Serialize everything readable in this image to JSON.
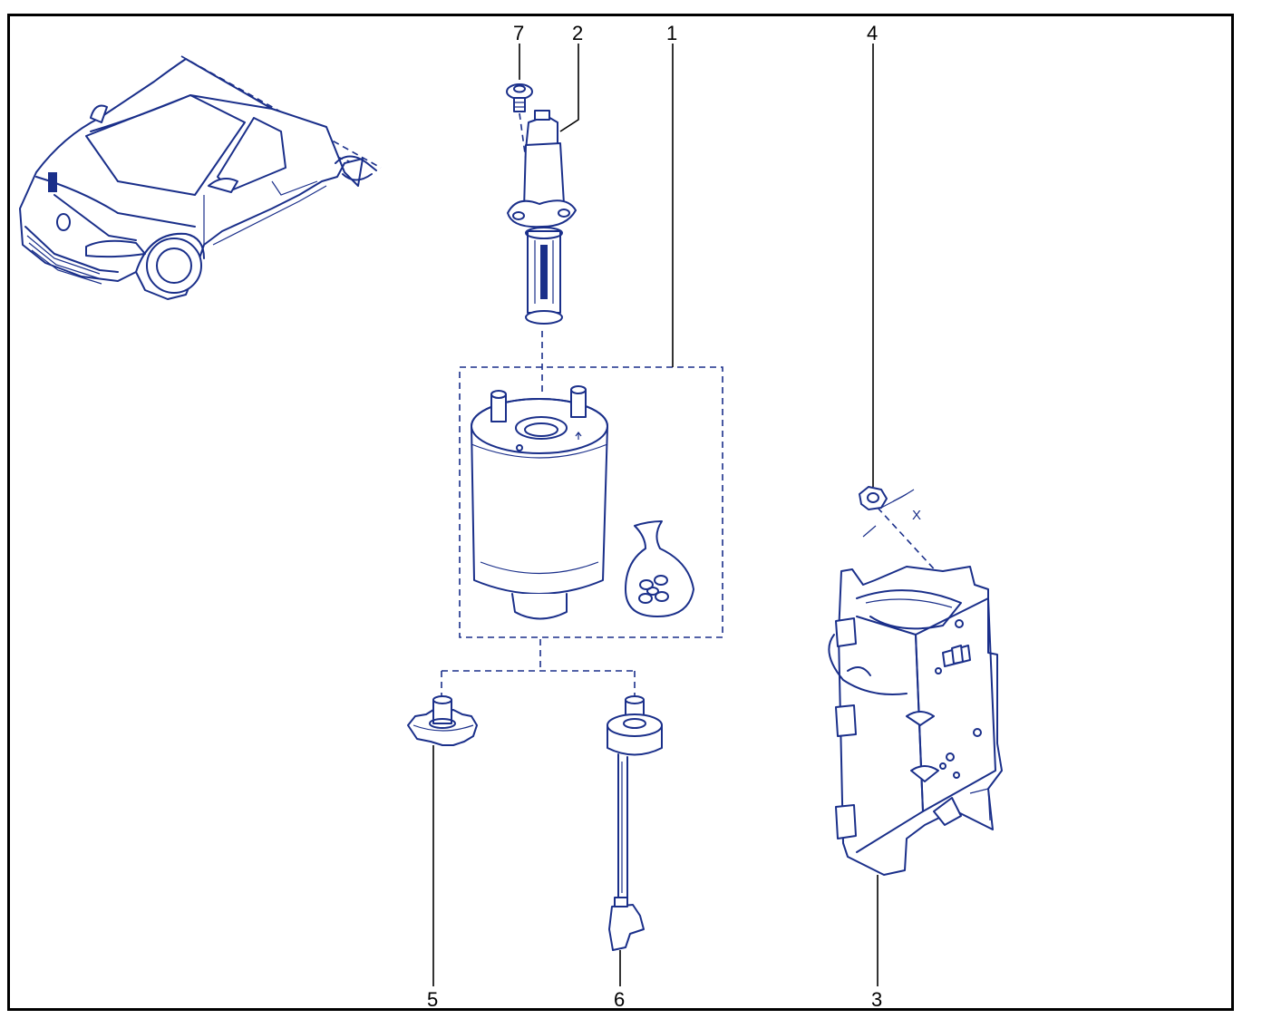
{
  "callouts": {
    "c1": "1",
    "c2": "2",
    "c3": "3",
    "c4": "4",
    "c5": "5",
    "c6": "6",
    "c7": "7"
  },
  "dimension_label": "X",
  "colors": {
    "line_art": "#1a2f8a",
    "callout_text": "#000000",
    "frame": "#000000",
    "background": "#ffffff"
  }
}
